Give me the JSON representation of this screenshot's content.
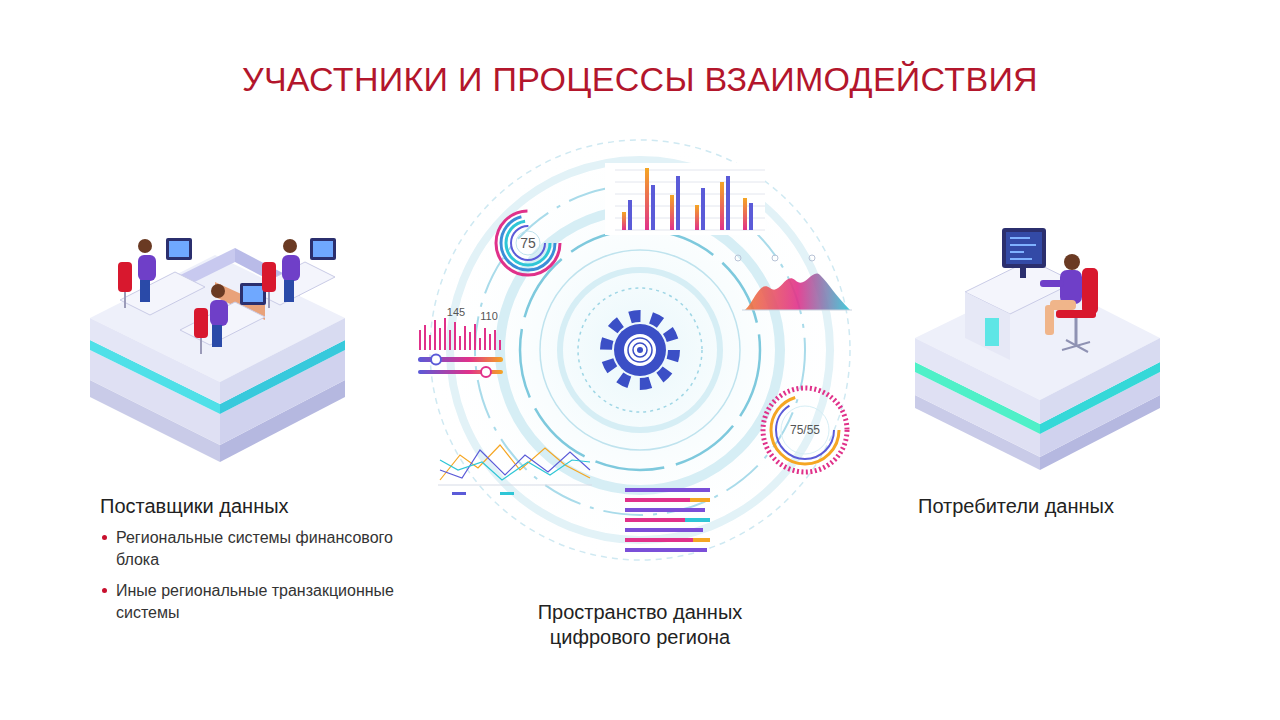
{
  "diagram": {
    "title": "УЧАСТНИКИ И ПРОЦЕССЫ ВЗАИМОДЕЙСТВИЯ",
    "nodes": [
      {
        "text": [
          "Поставщики данных",
          "Региональные системы финансового блока",
          "Иные региональные транзакционные системы"
        ]
      },
      {
        "text": [
          "Пространство данных цифрового региона"
        ]
      },
      {
        "text": [
          "Потребители данных"
        ]
      }
    ],
    "edges": [],
    "labels": [
      "75",
      "145",
      "110",
      "75/55"
    ]
  }
}
